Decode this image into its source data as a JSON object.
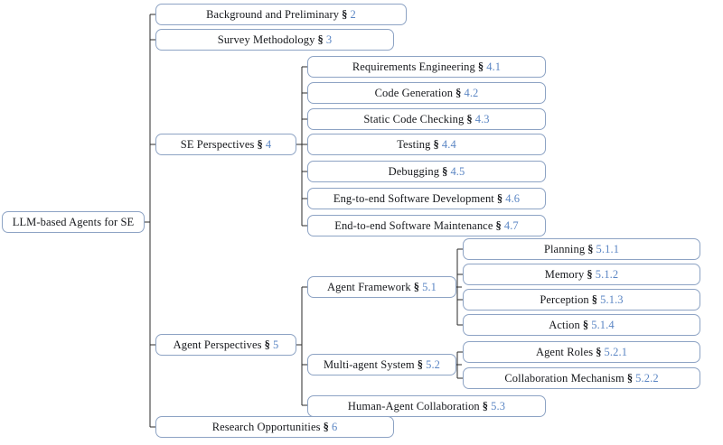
{
  "figure": {
    "kind": "taxonomy-tree",
    "orientation": "left-to-right",
    "section_symbol": "§",
    "colors": {
      "box_border": "#8da3c4",
      "box_fill": "#ffffff",
      "label_text": "#16181c",
      "section_number": "#5b86c4",
      "edge_line": "#2a2a2a",
      "background": "#ffffff"
    }
  },
  "root": {
    "label": "LLM-based Agents for SE",
    "sect": "",
    "num": ""
  },
  "nodes": {
    "background": {
      "label": "Background and Preliminary",
      "sect": "§",
      "num": "2"
    },
    "survey": {
      "label": "Survey Methodology",
      "sect": "§",
      "num": "3"
    },
    "se_perspectives": {
      "label": "SE Perspectives",
      "sect": "§",
      "num": "4"
    },
    "req_eng": {
      "label": "Requirements Engineering",
      "sect": "§",
      "num": "4.1"
    },
    "code_gen": {
      "label": "Code Generation",
      "sect": "§",
      "num": "4.2"
    },
    "static_check": {
      "label": "Static Code Checking",
      "sect": "§",
      "num": "4.3"
    },
    "testing": {
      "label": "Testing",
      "sect": "§",
      "num": "4.4"
    },
    "debugging": {
      "label": "Debugging",
      "sect": "§",
      "num": "4.5"
    },
    "e2e_dev": {
      "label": "Eng-to-end Software Development",
      "sect": "§",
      "num": "4.6"
    },
    "e2e_maint": {
      "label": "End-to-end Software Maintenance",
      "sect": "§",
      "num": "4.7"
    },
    "agent_perspectives": {
      "label": "Agent Perspectives",
      "sect": "§",
      "num": "5"
    },
    "agent_framework": {
      "label": "Agent Framework",
      "sect": "§",
      "num": "5.1"
    },
    "planning": {
      "label": "Planning",
      "sect": "§",
      "num": "5.1.1"
    },
    "memory": {
      "label": "Memory",
      "sect": "§",
      "num": "5.1.2"
    },
    "perception": {
      "label": "Perception",
      "sect": "§",
      "num": "5.1.3"
    },
    "action": {
      "label": "Action",
      "sect": "§",
      "num": "5.1.4"
    },
    "multi_agent": {
      "label": "Multi-agent System",
      "sect": "§",
      "num": "5.2"
    },
    "agent_roles": {
      "label": "Agent Roles",
      "sect": "§",
      "num": "5.2.1"
    },
    "collab_mech": {
      "label": "Collaboration Mechanism",
      "sect": "§",
      "num": "5.2.2"
    },
    "human_agent": {
      "label": "Human-Agent Collaboration",
      "sect": "§",
      "num": "5.3"
    },
    "research_opp": {
      "label": "Research Opportunities",
      "sect": "§",
      "num": "6"
    }
  }
}
